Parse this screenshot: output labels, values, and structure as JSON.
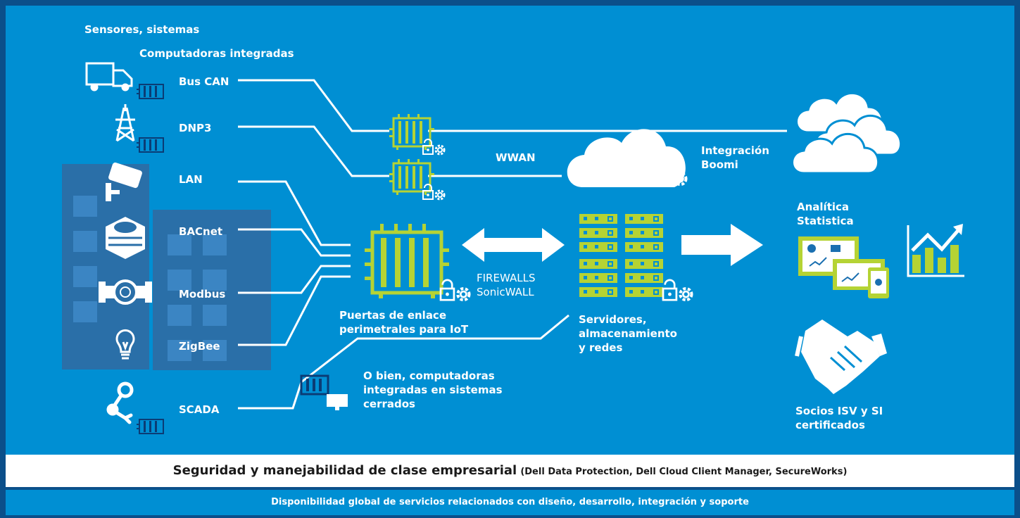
{
  "labels": {
    "sensors": "Sensores, sistemas",
    "embedded": "Computadoras integradas",
    "bus_can": "Bus CAN",
    "dnp3": "DNP3",
    "lan": "LAN",
    "bacnet": "BACnet",
    "modbus": "Modbus",
    "zigbee": "ZigBee",
    "scada": "SCADA",
    "wwan": "WWAN",
    "boomi": "Integración\nBoomi",
    "firewalls": "FIREWALLS\nSonicWALL",
    "gateways": "Puertas de enlace\nperimetrales para IoT",
    "servers": "Servidores,\nalmacenamiento\ny redes",
    "closed": "O bien, computadoras\nintegradas en sistemas\ncerrados",
    "analytics": "Analítica\nStatistica",
    "partners": "Socios ISV y SI\ncertificados"
  },
  "footer": {
    "security_main": "Seguridad y manejabilidad de clase empresarial",
    "security_detail": "(Dell Data Protection, Dell Cloud Client Manager, SecureWorks)",
    "services": "Disponibilidad global de servicios relacionados con diseño, desarrollo, integración y soporte"
  },
  "colors": {
    "background": "#008fd3",
    "frame": "#0b4f8a",
    "accent_green": "#b5d334",
    "building": "#2a6fa8",
    "white": "#ffffff"
  },
  "icons": [
    "truck-icon",
    "power-tower-icon",
    "camera-icon",
    "hvac-icon",
    "meter-icon",
    "bulb-icon",
    "robot-arm-icon",
    "cloud-icon",
    "clouds-icon",
    "router-icon",
    "server-icon",
    "monitor-icon",
    "growth-chart-icon",
    "handshake-icon",
    "lock-gear-icon",
    "embedded-computer-icon"
  ]
}
